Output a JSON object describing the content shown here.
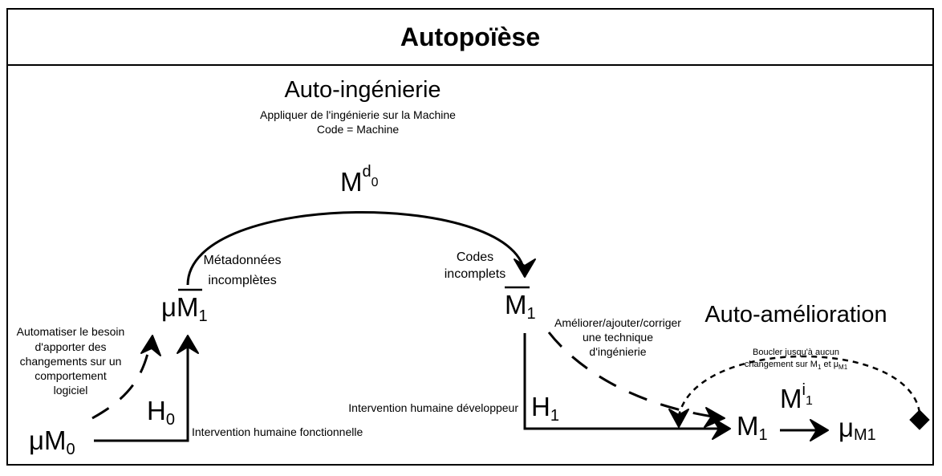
{
  "title": "Autopoïèse",
  "sections": {
    "auto_ingenierie": {
      "heading": "Auto-ingénierie",
      "line1": "Appliquer de l'ingénierie sur la Machine",
      "line2": "Code = Machine"
    },
    "auto_amelioration": {
      "heading": "Auto-amélioration",
      "loop_line1": "Boucler jusqu'à aucun",
      "loop_line2_prefix": "changement sur M",
      "loop_line2_sub1": "1",
      "loop_line2_mid": " et μ",
      "loop_line2_sub2": "M1"
    }
  },
  "nodes": {
    "mu_m0": {
      "base": "μM",
      "sub": "0"
    },
    "mu_m1_bar": {
      "prefix": "μ",
      "base": "M",
      "sub": "1"
    },
    "m1_bar": {
      "base": "M",
      "sub": "1"
    },
    "m1": {
      "base": "M",
      "sub": "1"
    },
    "mu_m1": {
      "base": "μ",
      "sub": "M1"
    }
  },
  "edges": {
    "md0": {
      "base": "M",
      "sup": "d",
      "supsub": "0"
    },
    "mi1": {
      "base": "M",
      "sup": "i",
      "supsub": "1"
    },
    "h0": {
      "base": "H",
      "sub": "0"
    },
    "h1": {
      "base": "H",
      "sub": "1"
    }
  },
  "labels": {
    "metadonnees_1": "Métadonnées",
    "metadonnees_2": "incomplètes",
    "codes_1": "Codes",
    "codes_2": "incomplets",
    "automatiser": [
      "Automatiser le besoin",
      "d'apporter des",
      "changements sur un",
      "comportement",
      "logiciel"
    ],
    "intervention_fonctionnelle": "Intervention humaine fonctionnelle",
    "intervention_developpeur": "Intervention humaine développeur",
    "ameliorer": [
      "Améliorer/ajouter/corriger",
      "une technique",
      "d'ingénierie"
    ]
  }
}
